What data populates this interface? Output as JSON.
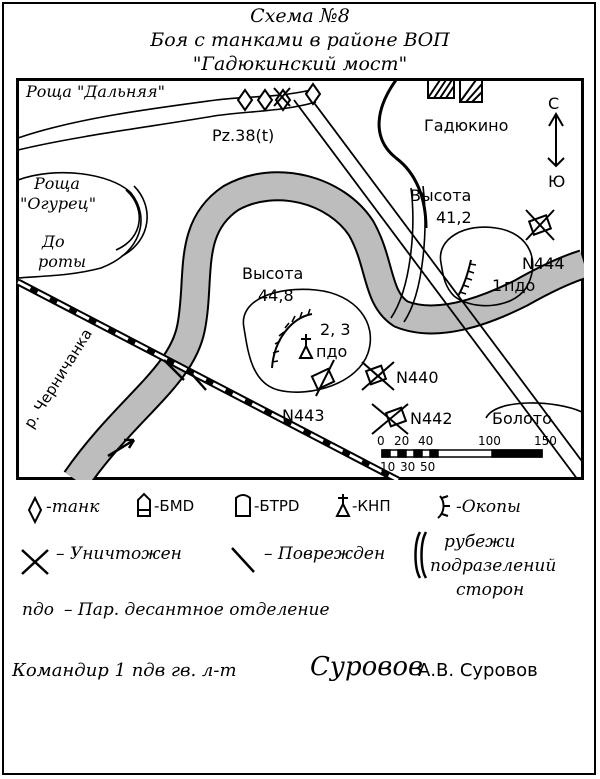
{
  "header": {
    "line1": "Схема №8",
    "line2": "Боя с танками в районе ВОП",
    "line3": "\"Гадюкинский мост\""
  },
  "map": {
    "labels": {
      "grove_far": "Роща \"Дальняя\"",
      "grove_cucumber_1": "Роща",
      "grove_cucumber_2": "\"Огурец\"",
      "reserve_1": "До",
      "reserve_2": "роты",
      "enemy_unit": "Pz.38(t)",
      "village": "Гадюкино",
      "north": "С",
      "south": "Ю",
      "height_41_1": "Высота",
      "height_41_2": "41,2",
      "height_44_1": "Высота",
      "height_44_2": "44,8",
      "pdo_1_num": "1",
      "pdo_1_txt": "пдо",
      "pdo_23_num": "2, 3",
      "pdo_23_txt": "пдо",
      "n444": "N444",
      "n440": "N440",
      "n443": "N443",
      "n442": "N442",
      "river": "р. Черничанка",
      "swamp": "Болото"
    },
    "scale": {
      "top": [
        "0",
        "20",
        "40",
        "100",
        "150"
      ],
      "bottom": [
        "10",
        "30",
        "50"
      ]
    }
  },
  "legend": {
    "tank": "-танк",
    "bmd": "-БМD",
    "btrd": "-БТРD",
    "knp": "-КНП",
    "trenches": "-Окопы",
    "destroyed": "– Уничтожен",
    "damaged": "– Поврежден",
    "lines_1": "рубежи",
    "lines_2": "подразелений",
    "lines_3": "сторон",
    "pdo_abbr": "пдо",
    "pdo_desc": "– Пар. десантное отделение"
  },
  "signature": {
    "role": "Командир 1 пдв гв. л-т",
    "signature": "Суровов",
    "name": "А.В. Суровов"
  }
}
